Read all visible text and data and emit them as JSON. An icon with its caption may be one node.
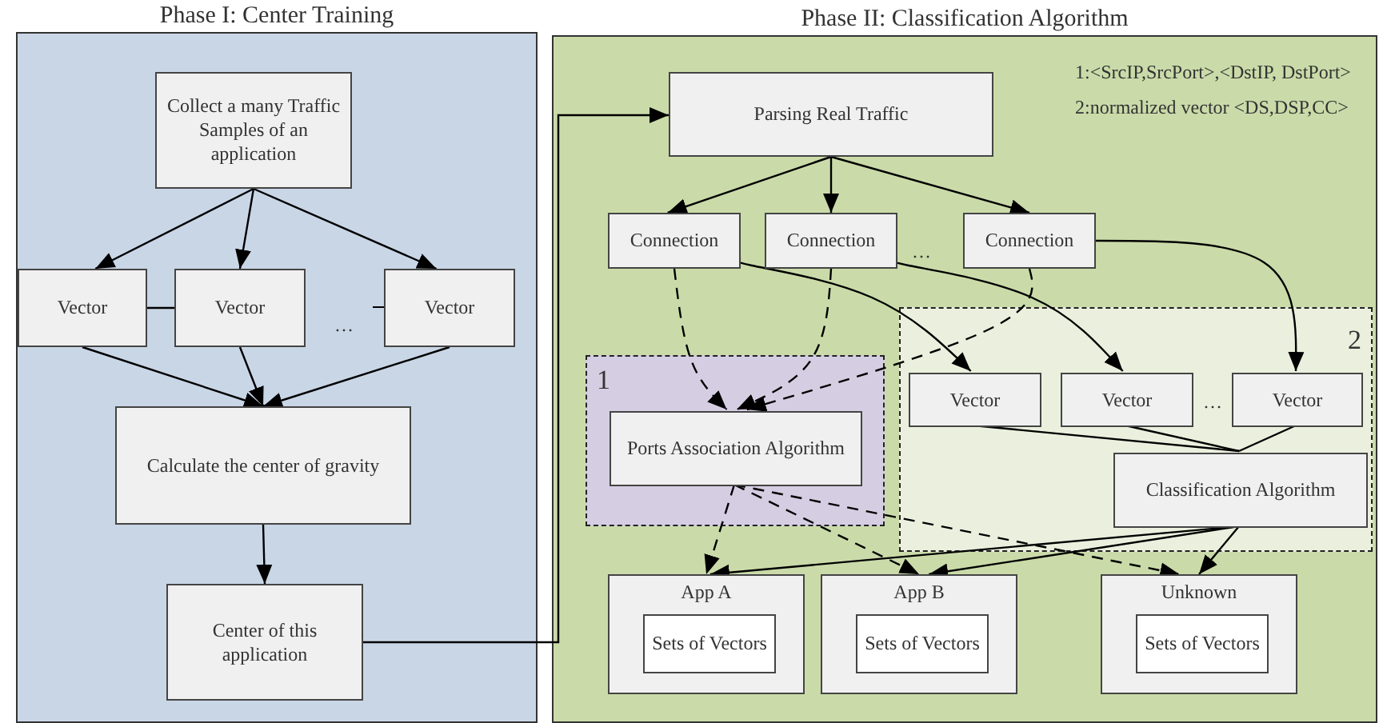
{
  "diagram": {
    "nodes": [
      {
        "text": [
          "Phase I: Center Training"
        ]
      },
      {
        "text": [
          "Collect a many Traffic Samples of an application"
        ],
        "in": 0
      },
      {
        "text": [
          "Vector"
        ],
        "in": 0
      },
      {
        "text": [
          "Vector"
        ],
        "in": 0
      },
      {
        "text": [
          "Vector"
        ],
        "in": 0
      },
      {
        "text": [
          "Calculate the center of gravity"
        ],
        "in": 0
      },
      {
        "text": [
          "Center of this application"
        ],
        "in": 0
      },
      {
        "text": [
          "Phase II: Classification Algorithm"
        ]
      },
      {
        "text": [
          "Parsing Real Traffic"
        ],
        "in": 7
      },
      {
        "text": [
          "Connection"
        ],
        "in": 7
      },
      {
        "text": [
          "Connection"
        ],
        "in": 7
      },
      {
        "text": [
          "Connection"
        ],
        "in": 7
      },
      {
        "text": [
          "1"
        ],
        "in": 7
      },
      {
        "text": [
          "Ports Association Algorithm"
        ],
        "in": 12
      },
      {
        "text": [
          "2"
        ],
        "in": 7
      },
      {
        "text": [
          "Vector"
        ],
        "in": 14
      },
      {
        "text": [
          "Vector"
        ],
        "in": 14
      },
      {
        "text": [
          "Vector"
        ],
        "in": 14
      },
      {
        "text": [
          "Classification Algorithm"
        ],
        "in": 14
      },
      {
        "text": [
          "App A"
        ],
        "in": 7
      },
      {
        "text": [
          "Sets of Vectors"
        ],
        "in": 19
      },
      {
        "text": [
          "App B"
        ],
        "in": 7
      },
      {
        "text": [
          "Sets of Vectors"
        ],
        "in": 21
      },
      {
        "text": [
          "Unknown"
        ],
        "in": 7
      },
      {
        "text": [
          "Sets of Vectors"
        ],
        "in": 23
      }
    ],
    "edges": [
      {
        "from": 1,
        "to": 2,
        "arrow": "to"
      },
      {
        "from": 1,
        "to": 3,
        "arrow": "to"
      },
      {
        "from": 1,
        "to": 4,
        "arrow": "to"
      },
      {
        "from": 2,
        "to": 3,
        "arrow": "none"
      },
      {
        "from": 2,
        "to": 5,
        "arrow": "to"
      },
      {
        "from": 3,
        "to": 5,
        "arrow": "to"
      },
      {
        "from": 4,
        "to": 5,
        "arrow": "to"
      },
      {
        "from": 5,
        "to": 6,
        "arrow": "to"
      },
      {
        "from": 6,
        "to": 8,
        "arrow": "to"
      },
      {
        "from": 8,
        "to": 9,
        "arrow": "to"
      },
      {
        "from": 8,
        "to": 10,
        "arrow": "to"
      },
      {
        "from": 8,
        "to": 11,
        "arrow": "to"
      },
      {
        "from": 9,
        "to": 13,
        "arrow": "to",
        "style": "dashed"
      },
      {
        "from": 10,
        "to": 13,
        "arrow": "to",
        "style": "dashed"
      },
      {
        "from": 11,
        "to": 13,
        "arrow": "to",
        "style": "dashed"
      },
      {
        "from": 9,
        "to": 15,
        "arrow": "to"
      },
      {
        "from": 10,
        "to": 16,
        "arrow": "to"
      },
      {
        "from": 11,
        "to": 17,
        "arrow": "to"
      },
      {
        "from": 15,
        "to": 18,
        "arrow": "none"
      },
      {
        "from": 16,
        "to": 18,
        "arrow": "none"
      },
      {
        "from": 17,
        "to": 18,
        "arrow": "none"
      },
      {
        "from": 13,
        "to": 19,
        "arrow": "to",
        "style": "dashed"
      },
      {
        "from": 13,
        "to": 21,
        "arrow": "to",
        "style": "dashed"
      },
      {
        "from": 13,
        "to": 23,
        "arrow": "to",
        "style": "dashed"
      },
      {
        "from": 18,
        "to": 19,
        "arrow": "to"
      },
      {
        "from": 18,
        "to": 21,
        "arrow": "to"
      },
      {
        "from": 18,
        "to": 23,
        "arrow": "to"
      }
    ],
    "labels": [
      "…",
      "1:<SrcIP,SrcPort>,<DstIP, DstPort>",
      "2:normalized vector <DS,DSP,CC>",
      "…",
      "…"
    ]
  }
}
